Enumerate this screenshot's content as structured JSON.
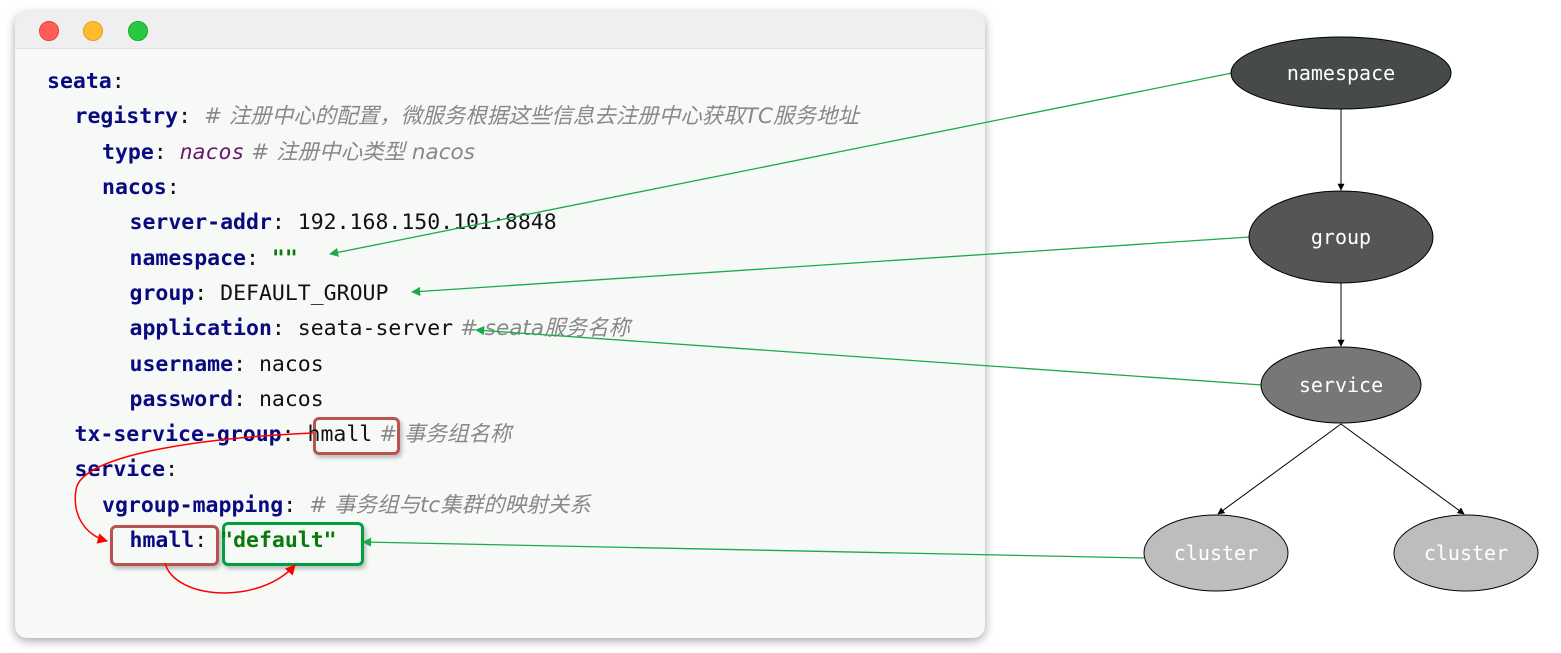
{
  "window": {
    "traffic_lights": {
      "close": "#ff5f57",
      "minimize": "#febc2e",
      "maximize": "#28c840"
    }
  },
  "code": {
    "lines": [
      {
        "indent": 0,
        "tokens": [
          {
            "t": "key",
            "v": "seata"
          },
          {
            "t": "punct",
            "v": ":"
          }
        ]
      },
      {
        "indent": 1,
        "tokens": [
          {
            "t": "key",
            "v": "registry"
          },
          {
            "t": "punct",
            "v": ": "
          },
          {
            "t": "comment",
            "v": "# 注册中心的配置，微服务根据这些信息去注册中心获取TC服务地址"
          }
        ]
      },
      {
        "indent": 2,
        "tokens": [
          {
            "t": "key",
            "v": "type"
          },
          {
            "t": "punct",
            "v": ": "
          },
          {
            "t": "italic",
            "v": "nacos"
          },
          {
            "t": "comment",
            "v": " # 注册中心类型 nacos"
          }
        ]
      },
      {
        "indent": 2,
        "tokens": [
          {
            "t": "key",
            "v": "nacos"
          },
          {
            "t": "punct",
            "v": ":"
          }
        ]
      },
      {
        "indent": 3,
        "tokens": [
          {
            "t": "key",
            "v": "server-addr"
          },
          {
            "t": "punct",
            "v": ": "
          },
          {
            "t": "plain",
            "v": "192.168.150.101:8848"
          }
        ]
      },
      {
        "indent": 3,
        "tokens": [
          {
            "t": "key",
            "v": "namespace"
          },
          {
            "t": "punct",
            "v": ": "
          },
          {
            "t": "str",
            "v": "\"\""
          }
        ]
      },
      {
        "indent": 3,
        "tokens": [
          {
            "t": "key",
            "v": "group"
          },
          {
            "t": "punct",
            "v": ": "
          },
          {
            "t": "plain",
            "v": "DEFAULT_GROUP"
          }
        ]
      },
      {
        "indent": 3,
        "tokens": [
          {
            "t": "key",
            "v": "application"
          },
          {
            "t": "punct",
            "v": ": "
          },
          {
            "t": "plain",
            "v": "seata-server"
          },
          {
            "t": "comment",
            "v": " # seata服务名称"
          }
        ]
      },
      {
        "indent": 3,
        "tokens": [
          {
            "t": "key",
            "v": "username"
          },
          {
            "t": "punct",
            "v": ": "
          },
          {
            "t": "plain",
            "v": "nacos"
          }
        ]
      },
      {
        "indent": 3,
        "tokens": [
          {
            "t": "key",
            "v": "password"
          },
          {
            "t": "punct",
            "v": ": "
          },
          {
            "t": "plain",
            "v": "nacos"
          }
        ]
      },
      {
        "indent": 1,
        "tokens": [
          {
            "t": "key",
            "v": "tx-service-group"
          },
          {
            "t": "punct",
            "v": ": "
          },
          {
            "t": "plain",
            "v": "hmall"
          },
          {
            "t": "comment",
            "v": " # 事务组名称"
          }
        ]
      },
      {
        "indent": 1,
        "tokens": [
          {
            "t": "key",
            "v": "service"
          },
          {
            "t": "punct",
            "v": ":"
          }
        ]
      },
      {
        "indent": 2,
        "tokens": [
          {
            "t": "key",
            "v": "vgroup-mapping"
          },
          {
            "t": "punct",
            "v": ": "
          },
          {
            "t": "comment",
            "v": "# 事务组与tc集群的映射关系"
          }
        ]
      },
      {
        "indent": 3,
        "tokens": [
          {
            "t": "key",
            "v": "hmall"
          },
          {
            "t": "punct",
            "v": ": "
          },
          {
            "t": "str",
            "v": "\"default\""
          }
        ]
      }
    ]
  },
  "graph": {
    "nodes": [
      {
        "id": "namespace",
        "label": "namespace",
        "fill": "#464a4a"
      },
      {
        "id": "group",
        "label": "group",
        "fill": "#555555"
      },
      {
        "id": "service",
        "label": "service",
        "fill": "#777777"
      },
      {
        "id": "cluster1",
        "label": "cluster",
        "fill": "#bdbdbd"
      },
      {
        "id": "cluster2",
        "label": "cluster",
        "fill": "#bdbdbd"
      }
    ]
  },
  "colors": {
    "mapping_arrow": "#1aaa4a",
    "reference_arrow": "#ff0000",
    "group_box": "#b85450",
    "value_box": "#00a040"
  }
}
